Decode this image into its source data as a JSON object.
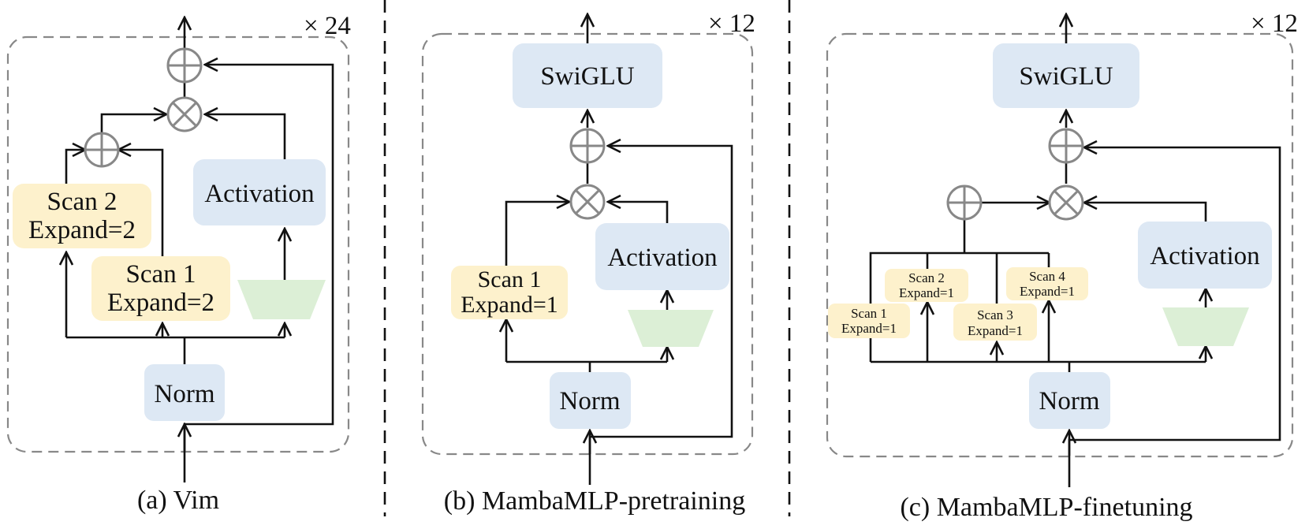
{
  "panels": {
    "a": {
      "caption": "(a) Vim",
      "repeat": "× 24",
      "scan2": [
        "Scan 2",
        "Expand=2"
      ],
      "scan1": [
        "Scan 1",
        "Expand=2"
      ],
      "activation": "Activation",
      "norm": "Norm"
    },
    "b": {
      "caption": "(b) MambaMLP-pretraining",
      "repeat": "× 12",
      "swiglu": "SwiGLU",
      "scan1": [
        "Scan 1",
        "Expand=1"
      ],
      "activation": "Activation",
      "norm": "Norm"
    },
    "c": {
      "caption": "(c) MambaMLP-finetuning",
      "repeat": "× 12",
      "swiglu": "SwiGLU",
      "scan1": [
        "Scan 1",
        "Expand=1"
      ],
      "scan2": [
        "Scan 2",
        "Expand=1"
      ],
      "scan3": [
        "Scan 3",
        "Expand=1"
      ],
      "scan4": [
        "Scan 4",
        "Expand=1"
      ],
      "activation": "Activation",
      "norm": "Norm"
    }
  },
  "colors": {
    "block_blue": "#dde8f4",
    "scan_yellow": "#fdf1cc",
    "proj_green": "#dcefd6",
    "frame_gray": "#888888",
    "line_black": "#111111"
  }
}
